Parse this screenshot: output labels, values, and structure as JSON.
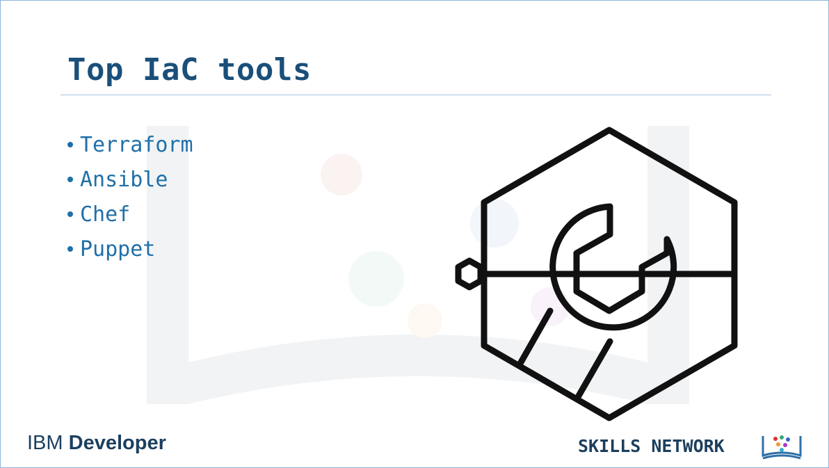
{
  "slide": {
    "title": "Top IaC tools",
    "bullets": [
      "Terraform",
      "Ansible",
      "Chef",
      "Puppet"
    ]
  },
  "footer": {
    "ibm": "IBM",
    "developer": "Developer",
    "skills_network": "SKILLS NETWORK"
  },
  "icons": {
    "main_graphic": "hexagon-wrench-icon",
    "footer_logo": "skills-network-book-icon"
  },
  "colors": {
    "title": "#1a4f7a",
    "bullets": "#1f6fa8",
    "footer_text": "#1c3f5e",
    "rule": "#a8c3de"
  }
}
